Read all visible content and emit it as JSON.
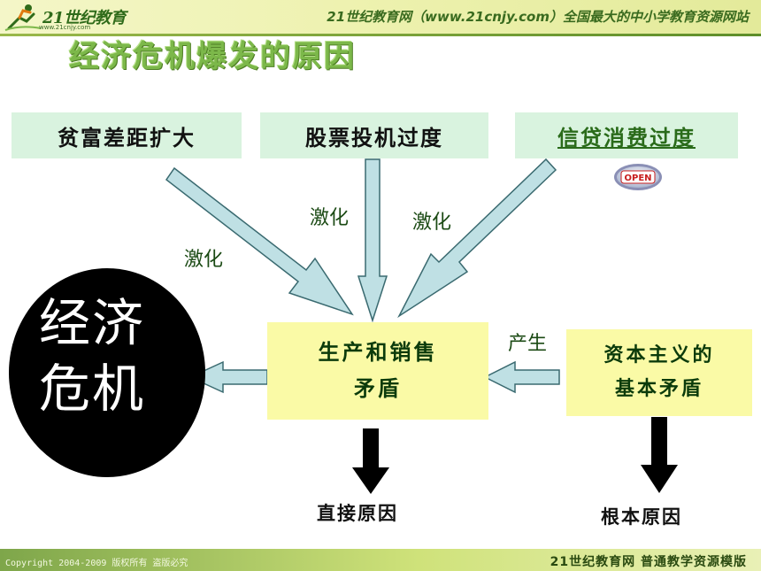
{
  "header": {
    "logo_text": "21世纪教育",
    "logo_url": "www.21cnjy.com",
    "slogan": "21世纪教育网（www.21cnjy.com）全国最大的中小学教育资源网站"
  },
  "slide": {
    "title": "经济危机爆发的原因",
    "top_boxes": [
      "贫富差距扩大",
      "股票投机过度",
      "信贷消费过度"
    ],
    "open_button": "OPEN",
    "arrow_labels": [
      "激化",
      "激化",
      "激化",
      "产生"
    ],
    "center_box": [
      "生产和销售",
      "矛盾"
    ],
    "right_box": [
      "资本主义的",
      "基本矛盾"
    ],
    "crisis": [
      "经济",
      "危机"
    ],
    "captions": [
      "直接原因",
      "根本原因"
    ]
  },
  "footer": {
    "copyright": "Copyright 2004-2009 版权所有 盗版必究",
    "brand": "21世纪教育网    普通教学资源模版"
  },
  "colors": {
    "arrow_fill": "#bfe0e4",
    "arrow_stroke": "#3a6a70",
    "green_box": "#d9f3df",
    "yellow_box": "#fafaa6",
    "title": "#7cb84a"
  }
}
